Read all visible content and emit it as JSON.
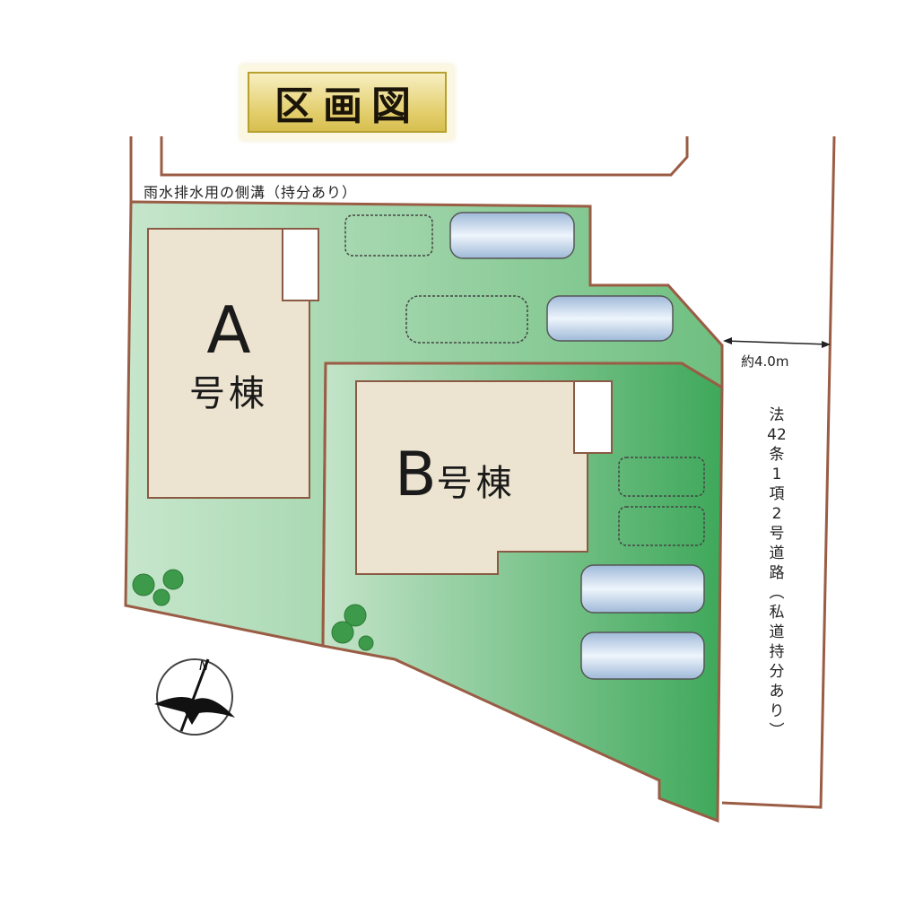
{
  "title": "区画図",
  "labels": {
    "drain": "雨水排水用の側溝（持分あり）",
    "road_width": "約4.0m",
    "road_type": [
      "法",
      "42",
      "条",
      "1",
      "項",
      "2",
      "号",
      "道",
      "路",
      "︵",
      "私",
      "道",
      "持",
      "分",
      "あ",
      "り",
      "︶"
    ]
  },
  "buildings": {
    "a": {
      "letter": "A",
      "suffix": "号棟"
    },
    "b": {
      "letter": "B",
      "suffix": "号棟"
    }
  },
  "compass": {
    "north": "N"
  },
  "colors": {
    "lot_green": "#7cc58a",
    "boundary": "#9a5c44",
    "building": "#ece4d0",
    "car_blue": "#b9cfe6"
  }
}
